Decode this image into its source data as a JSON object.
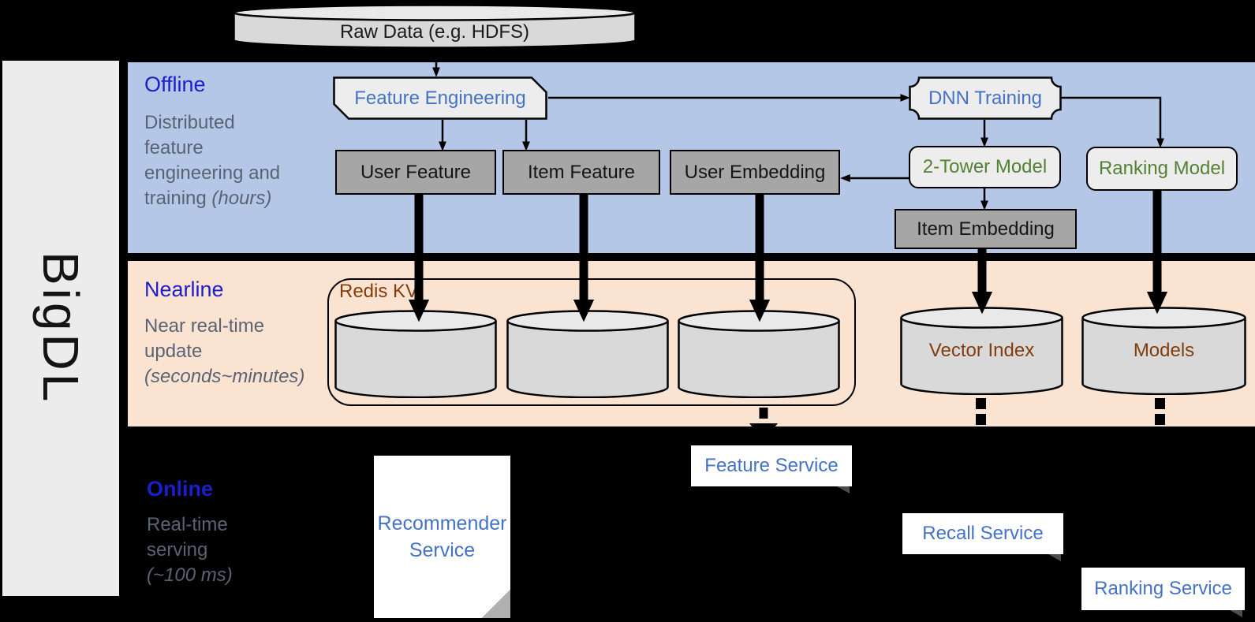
{
  "sidebar": {
    "brand": "BigDL"
  },
  "pipeline": {
    "raw_data": "Raw Data (e.g. HDFS)"
  },
  "sections": {
    "offline": {
      "title": "Offline",
      "line1": "Distributed",
      "line2": "feature",
      "line3": "engineering and",
      "line4": "training ",
      "line4_italic": "(hours)"
    },
    "nearline": {
      "title": "Nearline",
      "line1": "Near real-time",
      "line2": "update",
      "line3_italic": "(seconds~minutes)"
    },
    "online": {
      "title": "Online",
      "line1": "Real-time",
      "line2": "serving",
      "line3_italic": "(~100 ms)"
    }
  },
  "nodes": {
    "feature_engineering": "Feature Engineering",
    "dnn_training": "DNN Training",
    "user_feature": "User Feature",
    "item_feature": "Item Feature",
    "user_embedding": "User Embedding",
    "two_tower_model": "2-Tower Model",
    "ranking_model": "Ranking Model",
    "item_embedding": "Item Embedding",
    "redis_kv": "Redis KV",
    "vector_index": "Vector Index",
    "models": "Models",
    "recommender_service": "Recommender Service",
    "feature_service": "Feature Service",
    "recall_service": "Recall Service",
    "ranking_service": "Ranking Service"
  },
  "colors": {
    "background": "#000000",
    "offline_band": "#b4c7e7",
    "nearline_band": "#fbe3d2",
    "sidebar_bar": "#ececec",
    "process_fill": "#ededed",
    "data_box_fill": "#a6a6a6",
    "cylinder_fill": "#d9d9d9",
    "blue_node_text": "#4472c4",
    "green_node_text": "#548235",
    "brown_store_text": "#843c0c",
    "section_title_blue": "#1b1ecb",
    "section_desc_gray": "#5a6374"
  }
}
